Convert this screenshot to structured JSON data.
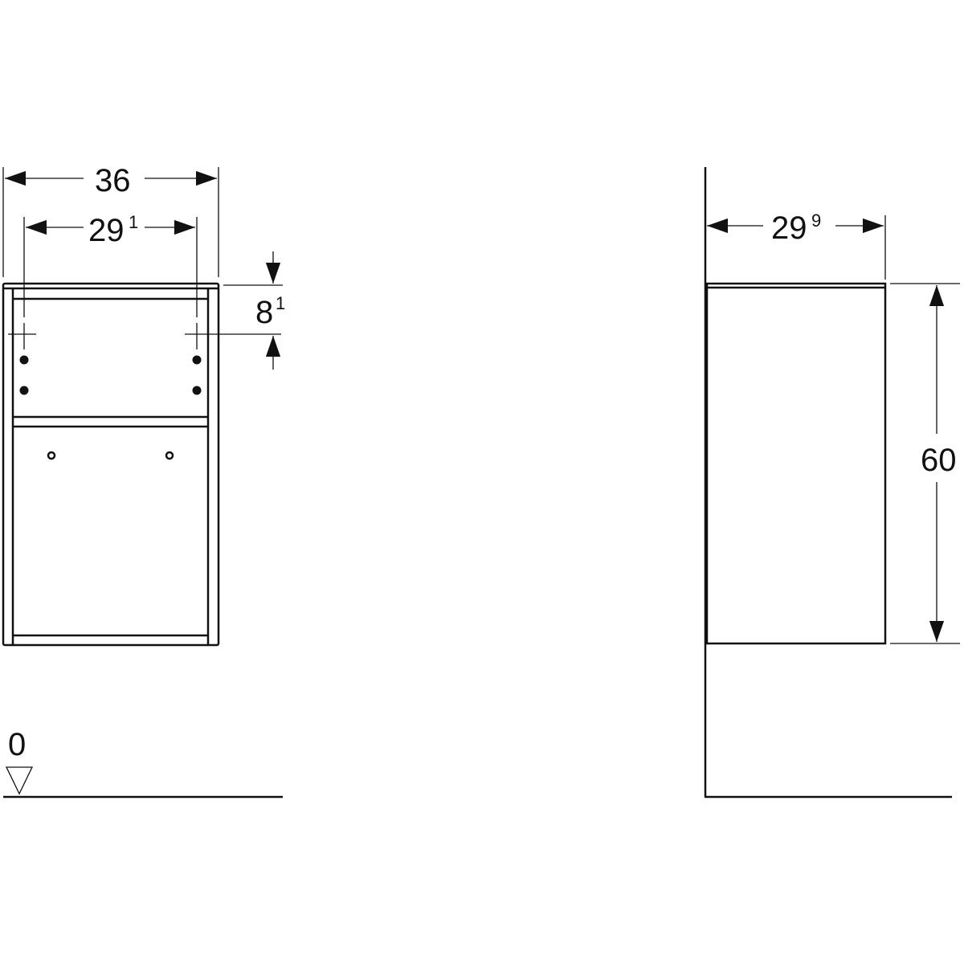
{
  "front_view": {
    "width_dim": {
      "main": "36",
      "sup": ""
    },
    "hole_spacing_dim": {
      "main": "29",
      "sup": "1"
    },
    "hole_offset_dim": {
      "main": "8",
      "sup": "1"
    },
    "floor_level": "0"
  },
  "side_view": {
    "depth_dim": {
      "main": "29",
      "sup": "9"
    },
    "height_dim": {
      "main": "60",
      "sup": ""
    }
  },
  "colors": {
    "line": "#111111",
    "background": "#ffffff"
  }
}
